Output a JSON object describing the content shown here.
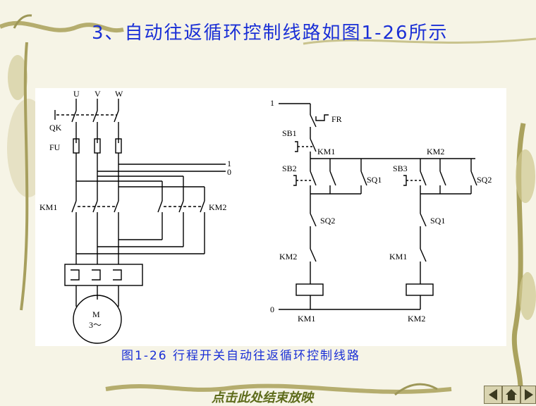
{
  "slide": {
    "title": "3、自动往返循环控制线路如图1-26所示",
    "caption": "图1-26 行程开关自动往返循环控制线路",
    "footer_link": "点击此处结束放映",
    "nav": [
      "prev-button",
      "home-button",
      "next-button"
    ]
  },
  "power_circuit": {
    "phases": [
      "U",
      "V",
      "W"
    ],
    "switch": "QK",
    "fuse": "FU",
    "contactor_left": "KM1",
    "contactor_right": "KM2",
    "motor": [
      "M",
      "3～"
    ],
    "supply_lines": [
      "1",
      "0"
    ]
  },
  "control_circuit": {
    "line_top": "1",
    "line_bottom": "0",
    "overload": "FR",
    "stop_button": "SB1",
    "branch_left": {
      "button": "SB2",
      "seal": "KM1",
      "limit_no": "SQ1",
      "limit_nc": "SQ2",
      "interlock": "KM2",
      "coil": "KM1"
    },
    "branch_right": {
      "button": "SB3",
      "seal": "KM2",
      "limit_no": "SQ2",
      "limit_nc": "SQ1",
      "interlock": "KM1",
      "coil": "KM2"
    }
  }
}
